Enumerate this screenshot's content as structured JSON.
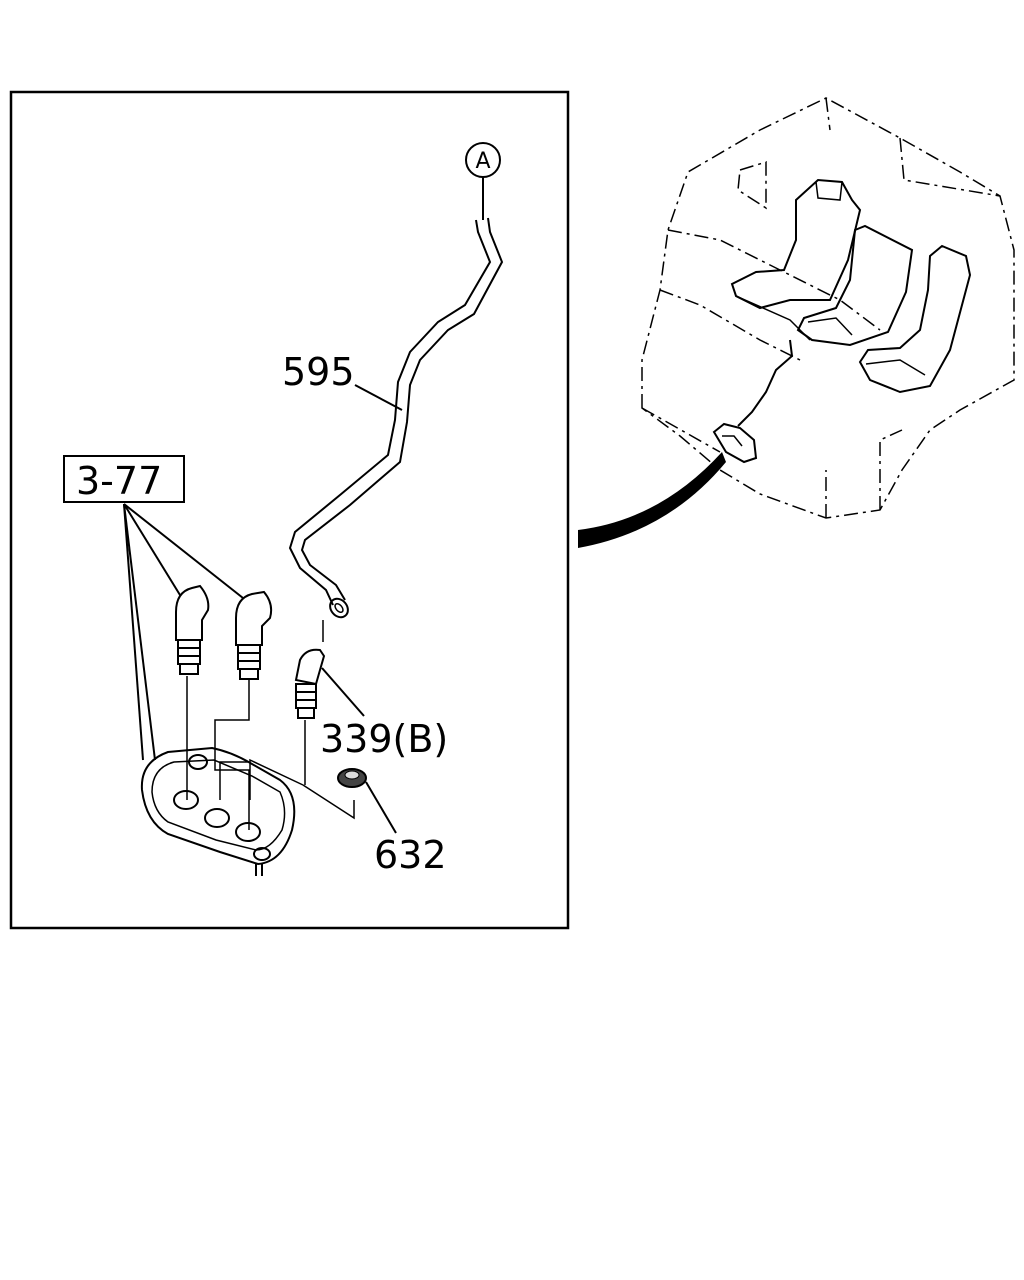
{
  "labels": {
    "hose": "595",
    "box_ref": "3-77",
    "connector": "339(B)",
    "grommet": "632",
    "callout": "A"
  },
  "colors": {
    "line": "#000000",
    "background": "#ffffff"
  }
}
